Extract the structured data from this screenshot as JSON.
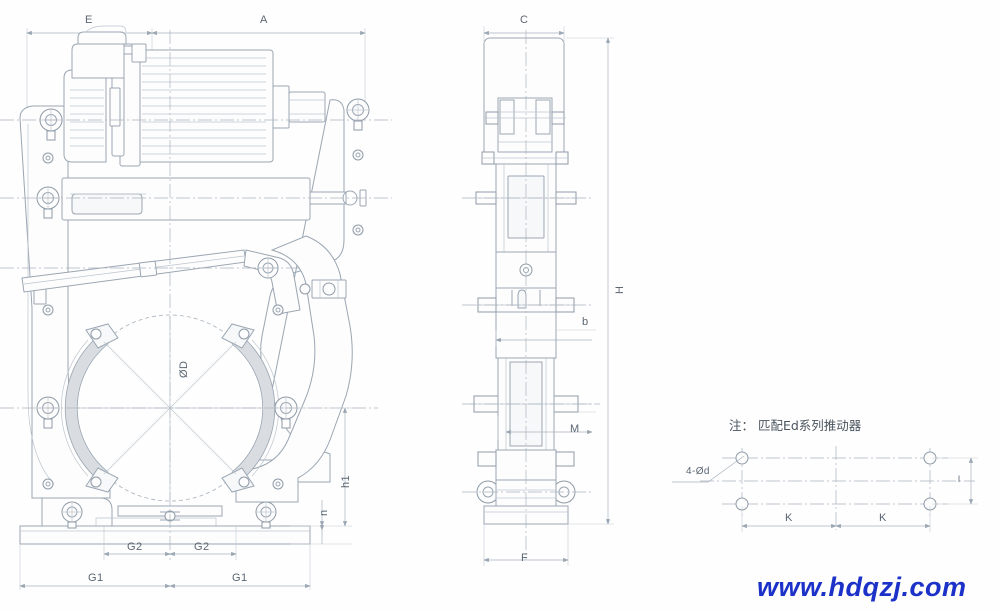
{
  "drawing": {
    "title": "Electro-hydraulic thruster drum brake outline drawing",
    "line_color": "#9aa6b2",
    "thin_color": "#b9c3cc",
    "center_color": "#aab4be",
    "fill_color": "#fdfdfd",
    "text_color": "#5a6672"
  },
  "views": {
    "front": {
      "name": "front-elevation-view"
    },
    "side": {
      "name": "side-elevation-view"
    },
    "base": {
      "name": "base-mounting-plan-detail"
    }
  },
  "dimensions": {
    "front": {
      "top_left": "E",
      "top_right": "A",
      "diameter": "ØD",
      "height_h1": "h1",
      "thickness_n": "n",
      "base_inner_left": "G2",
      "base_inner_right": "G2",
      "base_outer_left": "G1",
      "base_outer_right": "G1"
    },
    "side": {
      "top_width": "C",
      "total_height": "H",
      "mid_width": "b",
      "lower_width": "M",
      "base_width": "F"
    },
    "base_detail": {
      "hole_callout": "4-Ød",
      "pitch_left": "K",
      "pitch_right": "K",
      "edge_distance": "l"
    }
  },
  "note": {
    "text": "注： 匹配Ed系列推动器"
  },
  "watermark": {
    "text": "www.hdqzj.com",
    "color": "#1b31c8"
  }
}
